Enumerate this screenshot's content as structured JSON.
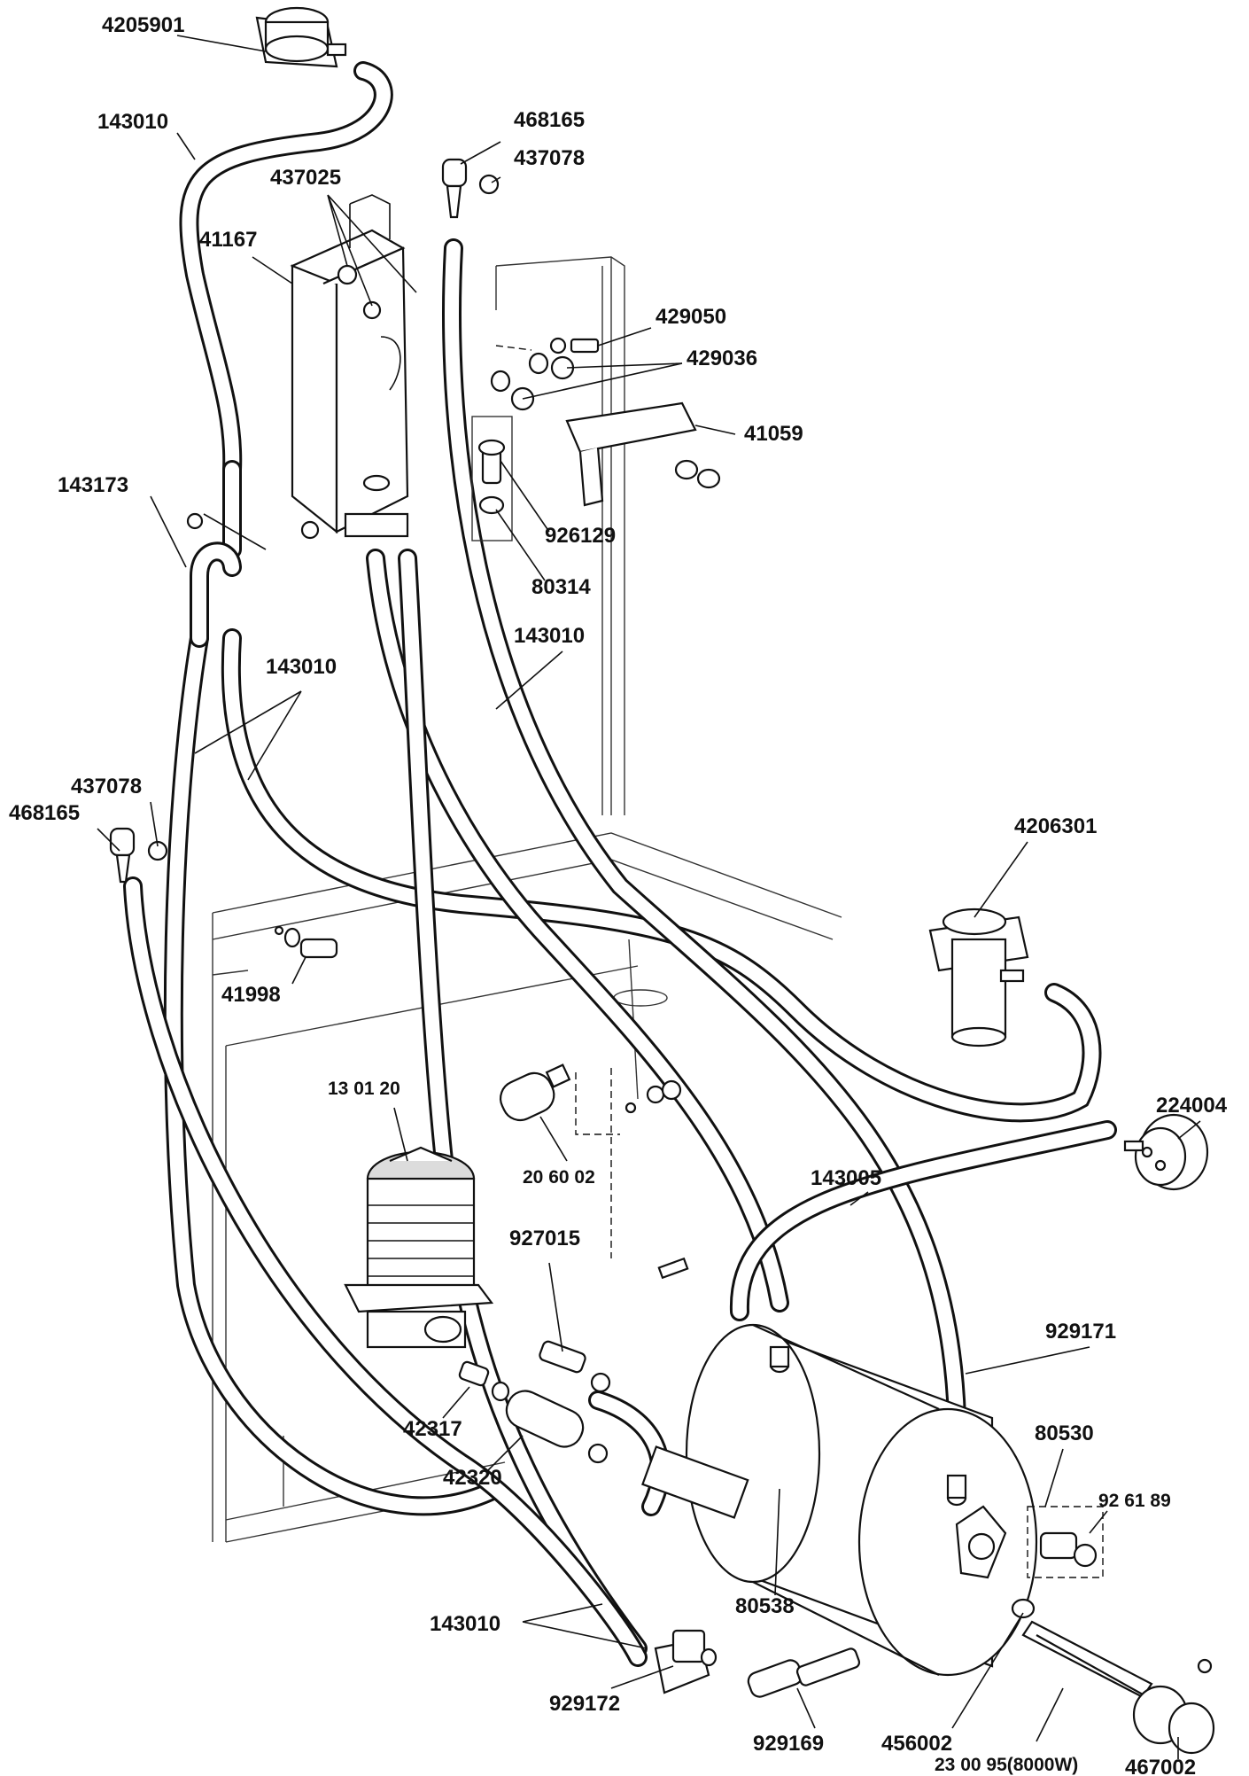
{
  "labels": {
    "p4205901": "4205901",
    "p143010_top": "143010",
    "p468165_top": "468165",
    "p437078_top": "437078",
    "p437025": "437025",
    "p41167": "41167",
    "p429050": "429050",
    "p429036": "429036",
    "p41059": "41059",
    "p143173": "143173",
    "p926129": "926129",
    "p80314": "80314",
    "p143010_mid": "143010",
    "p143010_left": "143010",
    "p437078_left": "437078",
    "p468165_left": "468165",
    "p4206301": "4206301",
    "p41998": "41998",
    "p224004": "224004",
    "p130120": "13 01 20",
    "p206002": "20 60 02",
    "p143005": "143005",
    "p927015": "927015",
    "p929171": "929171",
    "p42317": "42317",
    "p80530": "80530",
    "p42320": "42320",
    "p926189": "92 61 89",
    "p80538": "80538",
    "p143010_bottom": "143010",
    "p929172": "929172",
    "p929169": "929169",
    "p456002": "456002",
    "p230095": "23 00 95(8000W)",
    "p467002": "467002"
  }
}
